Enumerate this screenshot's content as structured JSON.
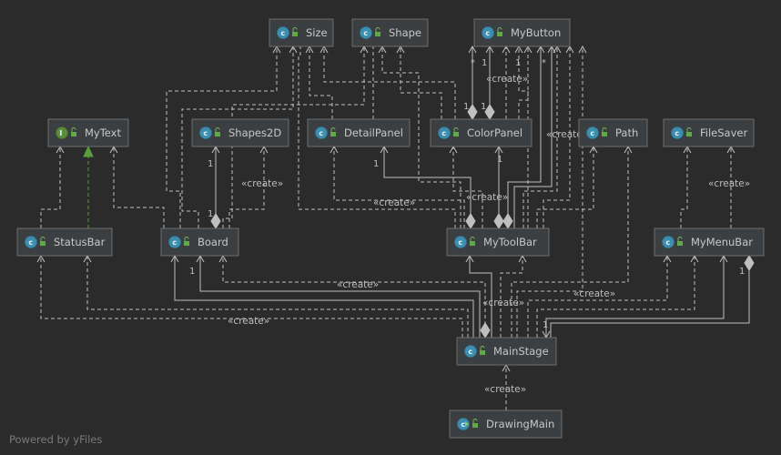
{
  "nodes": [
    {
      "id": "size",
      "label": "Size",
      "kind": "class",
      "icon": "class-icon"
    },
    {
      "id": "shape",
      "label": "Shape",
      "kind": "class",
      "icon": "class-icon"
    },
    {
      "id": "mybutton",
      "label": "MyButton",
      "kind": "class",
      "icon": "class-icon"
    },
    {
      "id": "mytext",
      "label": "MyText",
      "kind": "interface",
      "icon": "interface-icon"
    },
    {
      "id": "shapes2d",
      "label": "Shapes2D",
      "kind": "class",
      "icon": "class-icon"
    },
    {
      "id": "detailpanel",
      "label": "DetailPanel",
      "kind": "class",
      "icon": "class-icon"
    },
    {
      "id": "colorpanel",
      "label": "ColorPanel",
      "kind": "class",
      "icon": "class-icon"
    },
    {
      "id": "path",
      "label": "Path",
      "kind": "class",
      "icon": "class-icon"
    },
    {
      "id": "filesaver",
      "label": "FileSaver",
      "kind": "class",
      "icon": "class-icon"
    },
    {
      "id": "statusbar",
      "label": "StatusBar",
      "kind": "class",
      "icon": "class-icon"
    },
    {
      "id": "board",
      "label": "Board",
      "kind": "class",
      "icon": "class-icon"
    },
    {
      "id": "mytoolbar",
      "label": "MyToolBar",
      "kind": "class",
      "icon": "class-icon"
    },
    {
      "id": "mymenubar",
      "label": "MyMenuBar",
      "kind": "class",
      "icon": "class-icon"
    },
    {
      "id": "mainstage",
      "label": "MainStage",
      "kind": "class",
      "icon": "class-icon"
    },
    {
      "id": "drawingmain",
      "label": "DrawingMain",
      "kind": "main-class",
      "icon": "main-class-icon"
    }
  ],
  "edge_labels": {
    "create": "«create»",
    "one": "1",
    "many": "*"
  },
  "footer": "Powered by yFiles",
  "colors": {
    "background": "#2b2b2b",
    "node_fill": "#3c3f41",
    "edge": "#bfbfbf",
    "class_badge": "#3d8fb0",
    "interface_badge": "#5a8d3b"
  }
}
